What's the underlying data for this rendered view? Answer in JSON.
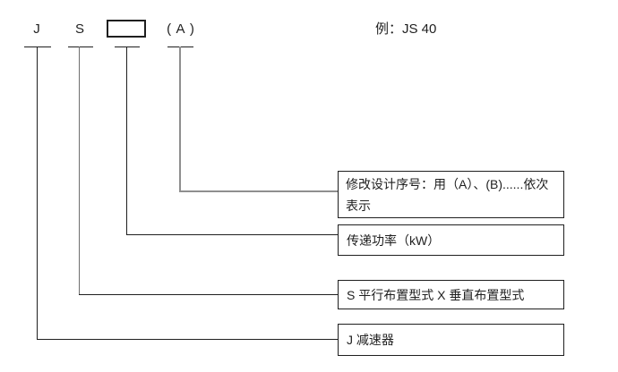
{
  "code": {
    "letter_j": "J",
    "letter_s": "S",
    "placeholder": "",
    "suffix": "( A )",
    "example": "例：JS 40"
  },
  "annotations": {
    "design_serial": {
      "line1": "修改设计序号：用（A）、(B)......依次",
      "line2": "表示"
    },
    "power": {
      "text": "传递功率（kW）"
    },
    "arrangement": {
      "text": "S 平行布置型式 X 垂直布置型式"
    },
    "reducer": {
      "text": "J 减速器"
    }
  },
  "colors": {
    "background": "#ffffff",
    "text": "#1f1f1f",
    "line": "#1f1f1f",
    "gray_line": "#8f8f8f",
    "gray_line_dark": "#6e6e6e"
  }
}
